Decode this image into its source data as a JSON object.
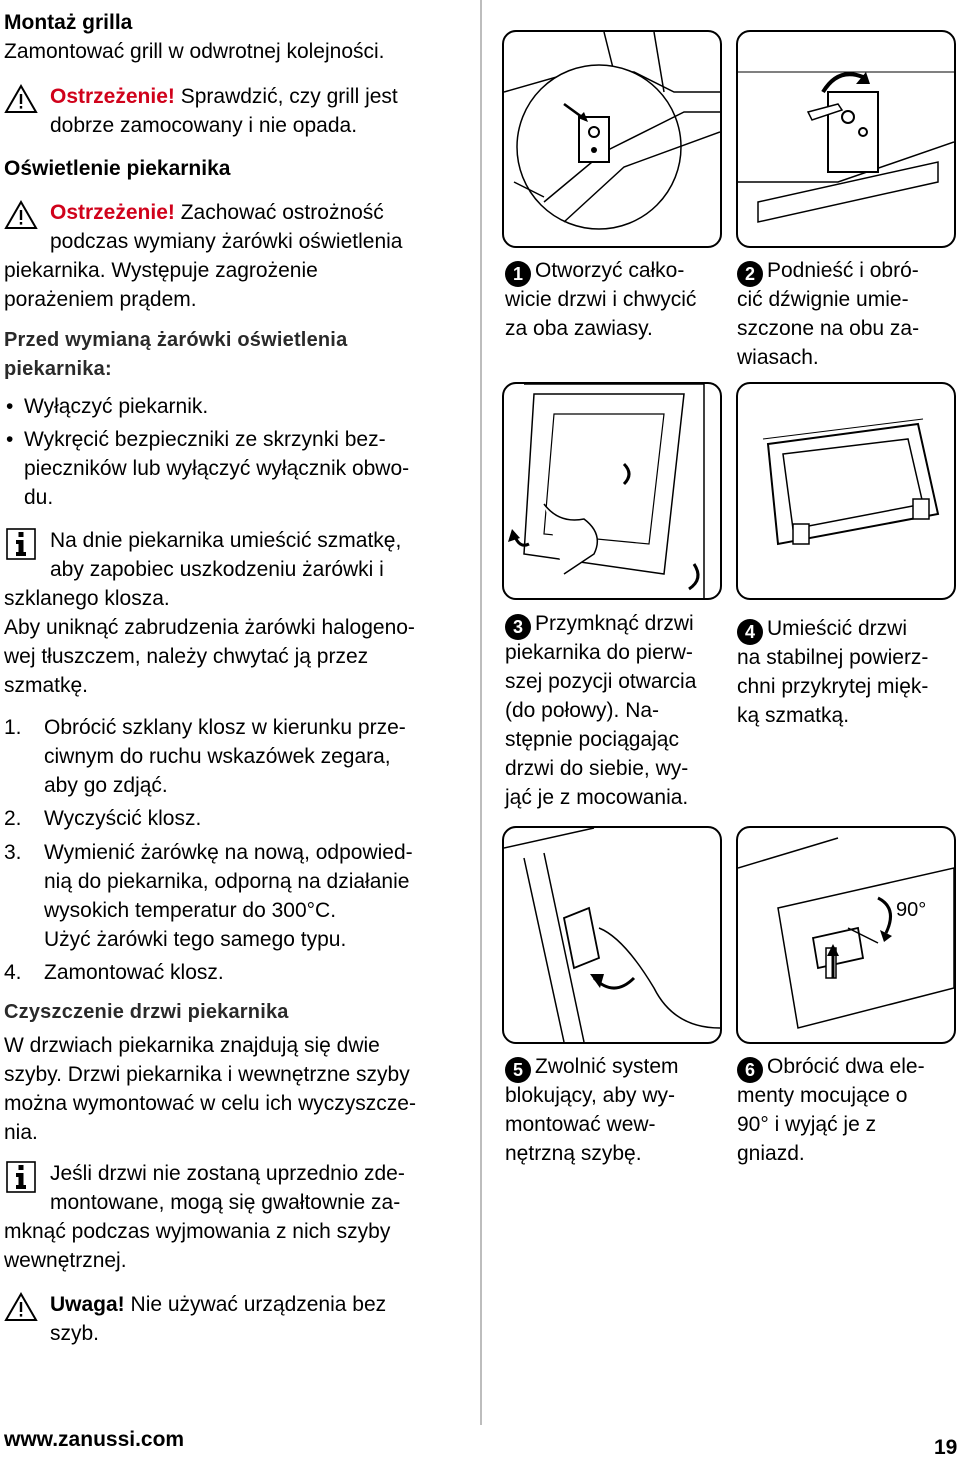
{
  "left": {
    "heading_montaz": "Montaż grilla",
    "montaz_text": "Zamontować grill w odwrotnej kolejności.",
    "warn1": {
      "label": "Ostrzeżenie!",
      "line1": " Sprawdzić, czy grill jest",
      "line2": "dobrze zamocowany i nie opada."
    },
    "heading_oswietlenie": "Oświetlenie piekarnika",
    "warn2": {
      "label": "Ostrzeżenie!",
      "line1": " Zachować ostrożność",
      "line2": "podczas wymiany żarówki oświetlenia",
      "line3": "piekarnika. Występuje zagrożenie",
      "line4": "porażeniem prądem."
    },
    "before_heading_1": "Przed wymianą żarówki oświetlenia",
    "before_heading_2": "piekarnika:",
    "bullets": [
      {
        "lines": [
          "Wyłączyć piekarnik."
        ]
      },
      {
        "lines": [
          "Wykręcić bezpieczniki ze skrzynki bez-",
          "pieczników lub wyłączyć wyłącznik obwo-",
          "du."
        ]
      }
    ],
    "info1": [
      "Na dnie piekarnika umieścić szmatkę,",
      "aby zapobiec uszkodzeniu żarówki i",
      "szklanego klosza."
    ],
    "info1_b": [
      "Aby uniknąć zabrudzenia żarówki halogeno-",
      "wej tłuszczem, należy chwytać ją przez",
      "szmatkę."
    ],
    "steps": [
      {
        "n": "1.",
        "lines": [
          "Obrócić szklany klosz w kierunku prze-",
          "ciwnym do ruchu wskazówek zegara,",
          "aby go zdjąć."
        ]
      },
      {
        "n": "2.",
        "lines": [
          "Wyczyścić klosz."
        ]
      },
      {
        "n": "3.",
        "lines": [
          "Wymienić żarówkę na nową, odpowied-",
          "nią do piekarnika, odporną na działanie",
          "wysokich temperatur do 300°C.",
          "Użyć żarówki tego samego typu."
        ]
      },
      {
        "n": "4.",
        "lines": [
          "Zamontować klosz."
        ]
      }
    ],
    "heading_drzwi": "Czyszczenie drzwi piekarnika",
    "drzwi_text": [
      "W drzwiach piekarnika znajdują się dwie",
      "szyby. Drzwi piekarnika i wewnętrzne szyby",
      "można wymontować w celu ich wyczyszcze-",
      "nia."
    ],
    "info2": [
      "Jeśli drzwi nie zostaną uprzednio zde-",
      "montowane, mogą się gwałtownie za-",
      "mknąć podczas wyjmowania z nich szyby",
      "wewnętrznej."
    ],
    "warn3": {
      "label": "Uwaga!",
      "line1": " Nie używać urządzenia bez",
      "line2": "szyb."
    }
  },
  "right": {
    "captions": [
      {
        "n": "1",
        "lines": [
          "Otworzyć całko-",
          "wicie drzwi i chwycić",
          "za oba zawiasy."
        ]
      },
      {
        "n": "2",
        "lines": [
          "Podnieść i obró-",
          "cić dźwignie umie-",
          "szczone na obu za-",
          "wiasach."
        ]
      },
      {
        "n": "3",
        "lines": [
          "Przymknąć drzwi",
          "piekarnika do pierw-",
          "szej pozycji otwarcia",
          "(do połowy). Na-",
          "stępnie pociągając",
          "drzwi do siebie, wy-",
          "jąć je z mocowania."
        ]
      },
      {
        "n": "4",
        "lines": [
          "Umieścić drzwi",
          "na stabilnej powierz-",
          "chni przykrytej mięk-",
          "ką szmatką."
        ]
      },
      {
        "n": "5",
        "lines": [
          "Zwolnić system",
          "blokujący, aby wy-",
          "montować wew-",
          "nętrzną szybę."
        ]
      },
      {
        "n": "6",
        "lines": [
          "Obrócić dwa ele-",
          "menty mocujące o",
          "90° i wyjąć je z",
          "gniazd."
        ]
      }
    ],
    "angle_label": "90°"
  },
  "footer": {
    "url": "www.zanussi.com",
    "page": "19"
  }
}
